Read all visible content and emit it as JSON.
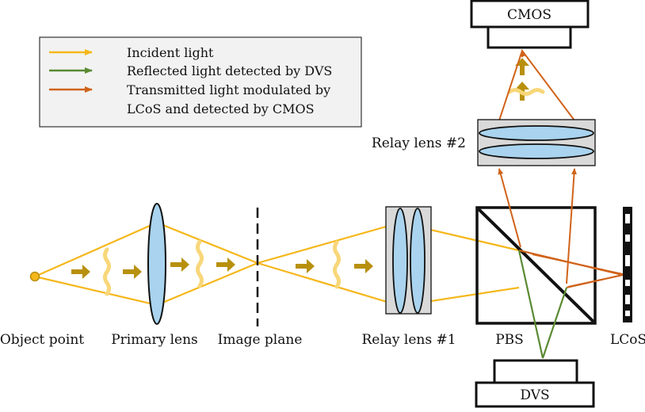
{
  "legend": {
    "items": [
      {
        "label": "Incident light",
        "color": "#f5b71a"
      },
      {
        "label": "Reflected light detected by DVS",
        "color": "#5a8a32"
      },
      {
        "label": "Transmitted light modulated by",
        "color": "#d0631a"
      },
      {
        "label": "LCoS and detected by CMOS",
        "color": ""
      }
    ]
  },
  "labels": {
    "object_point": "Object point",
    "primary_lens": "Primary lens",
    "image_plane": "Image plane",
    "relay_lens_1": "Relay lens #1",
    "relay_lens_2": "Relay lens #2",
    "pbs": "PBS",
    "lcos": "LCoS",
    "cmos": "CMOS",
    "dvs": "DVS"
  },
  "colors": {
    "incident": "#f5b71a",
    "reflected": "#5a8a32",
    "transmitted": "#d0631a",
    "arrow_fill": "#b8900e",
    "wave": "#f8d77a",
    "lens_fill": "#a9d3ee",
    "relay_bg": "#d9d9d9"
  }
}
